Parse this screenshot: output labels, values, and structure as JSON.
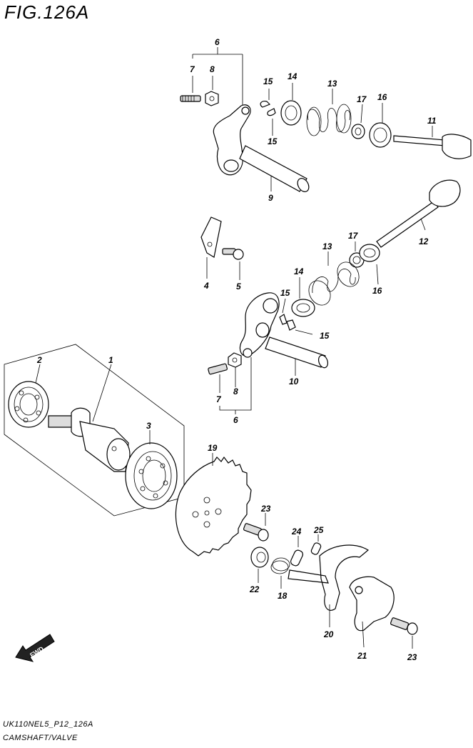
{
  "figure": {
    "title": "FIG.126A",
    "code": "UK110NEL5_P12_126A",
    "name": "CAMSHAFT/VALVE",
    "fwd_label": "FWD"
  },
  "callouts": {
    "c6_top": "6",
    "c7_top": "7",
    "c8_top": "8",
    "c15_a": "15",
    "c15_b": "15",
    "c14_top": "14",
    "c13_top": "13",
    "c17_top": "17",
    "c16_top": "16",
    "c11": "11",
    "c9": "9",
    "c12": "12",
    "c17_mid": "17",
    "c13_mid": "13",
    "c14_mid": "14",
    "c15_c": "15",
    "c15_d": "15",
    "c16_mid": "16",
    "c4": "4",
    "c5": "5",
    "c10": "10",
    "c7_bot": "7",
    "c8_bot": "8",
    "c6_bot": "6",
    "c1": "1",
    "c2": "2",
    "c3": "3",
    "c19": "19",
    "c23_a": "23",
    "c24": "24",
    "c25": "25",
    "c22": "22",
    "c18": "18",
    "c20": "20",
    "c21": "21",
    "c23_b": "23"
  }
}
